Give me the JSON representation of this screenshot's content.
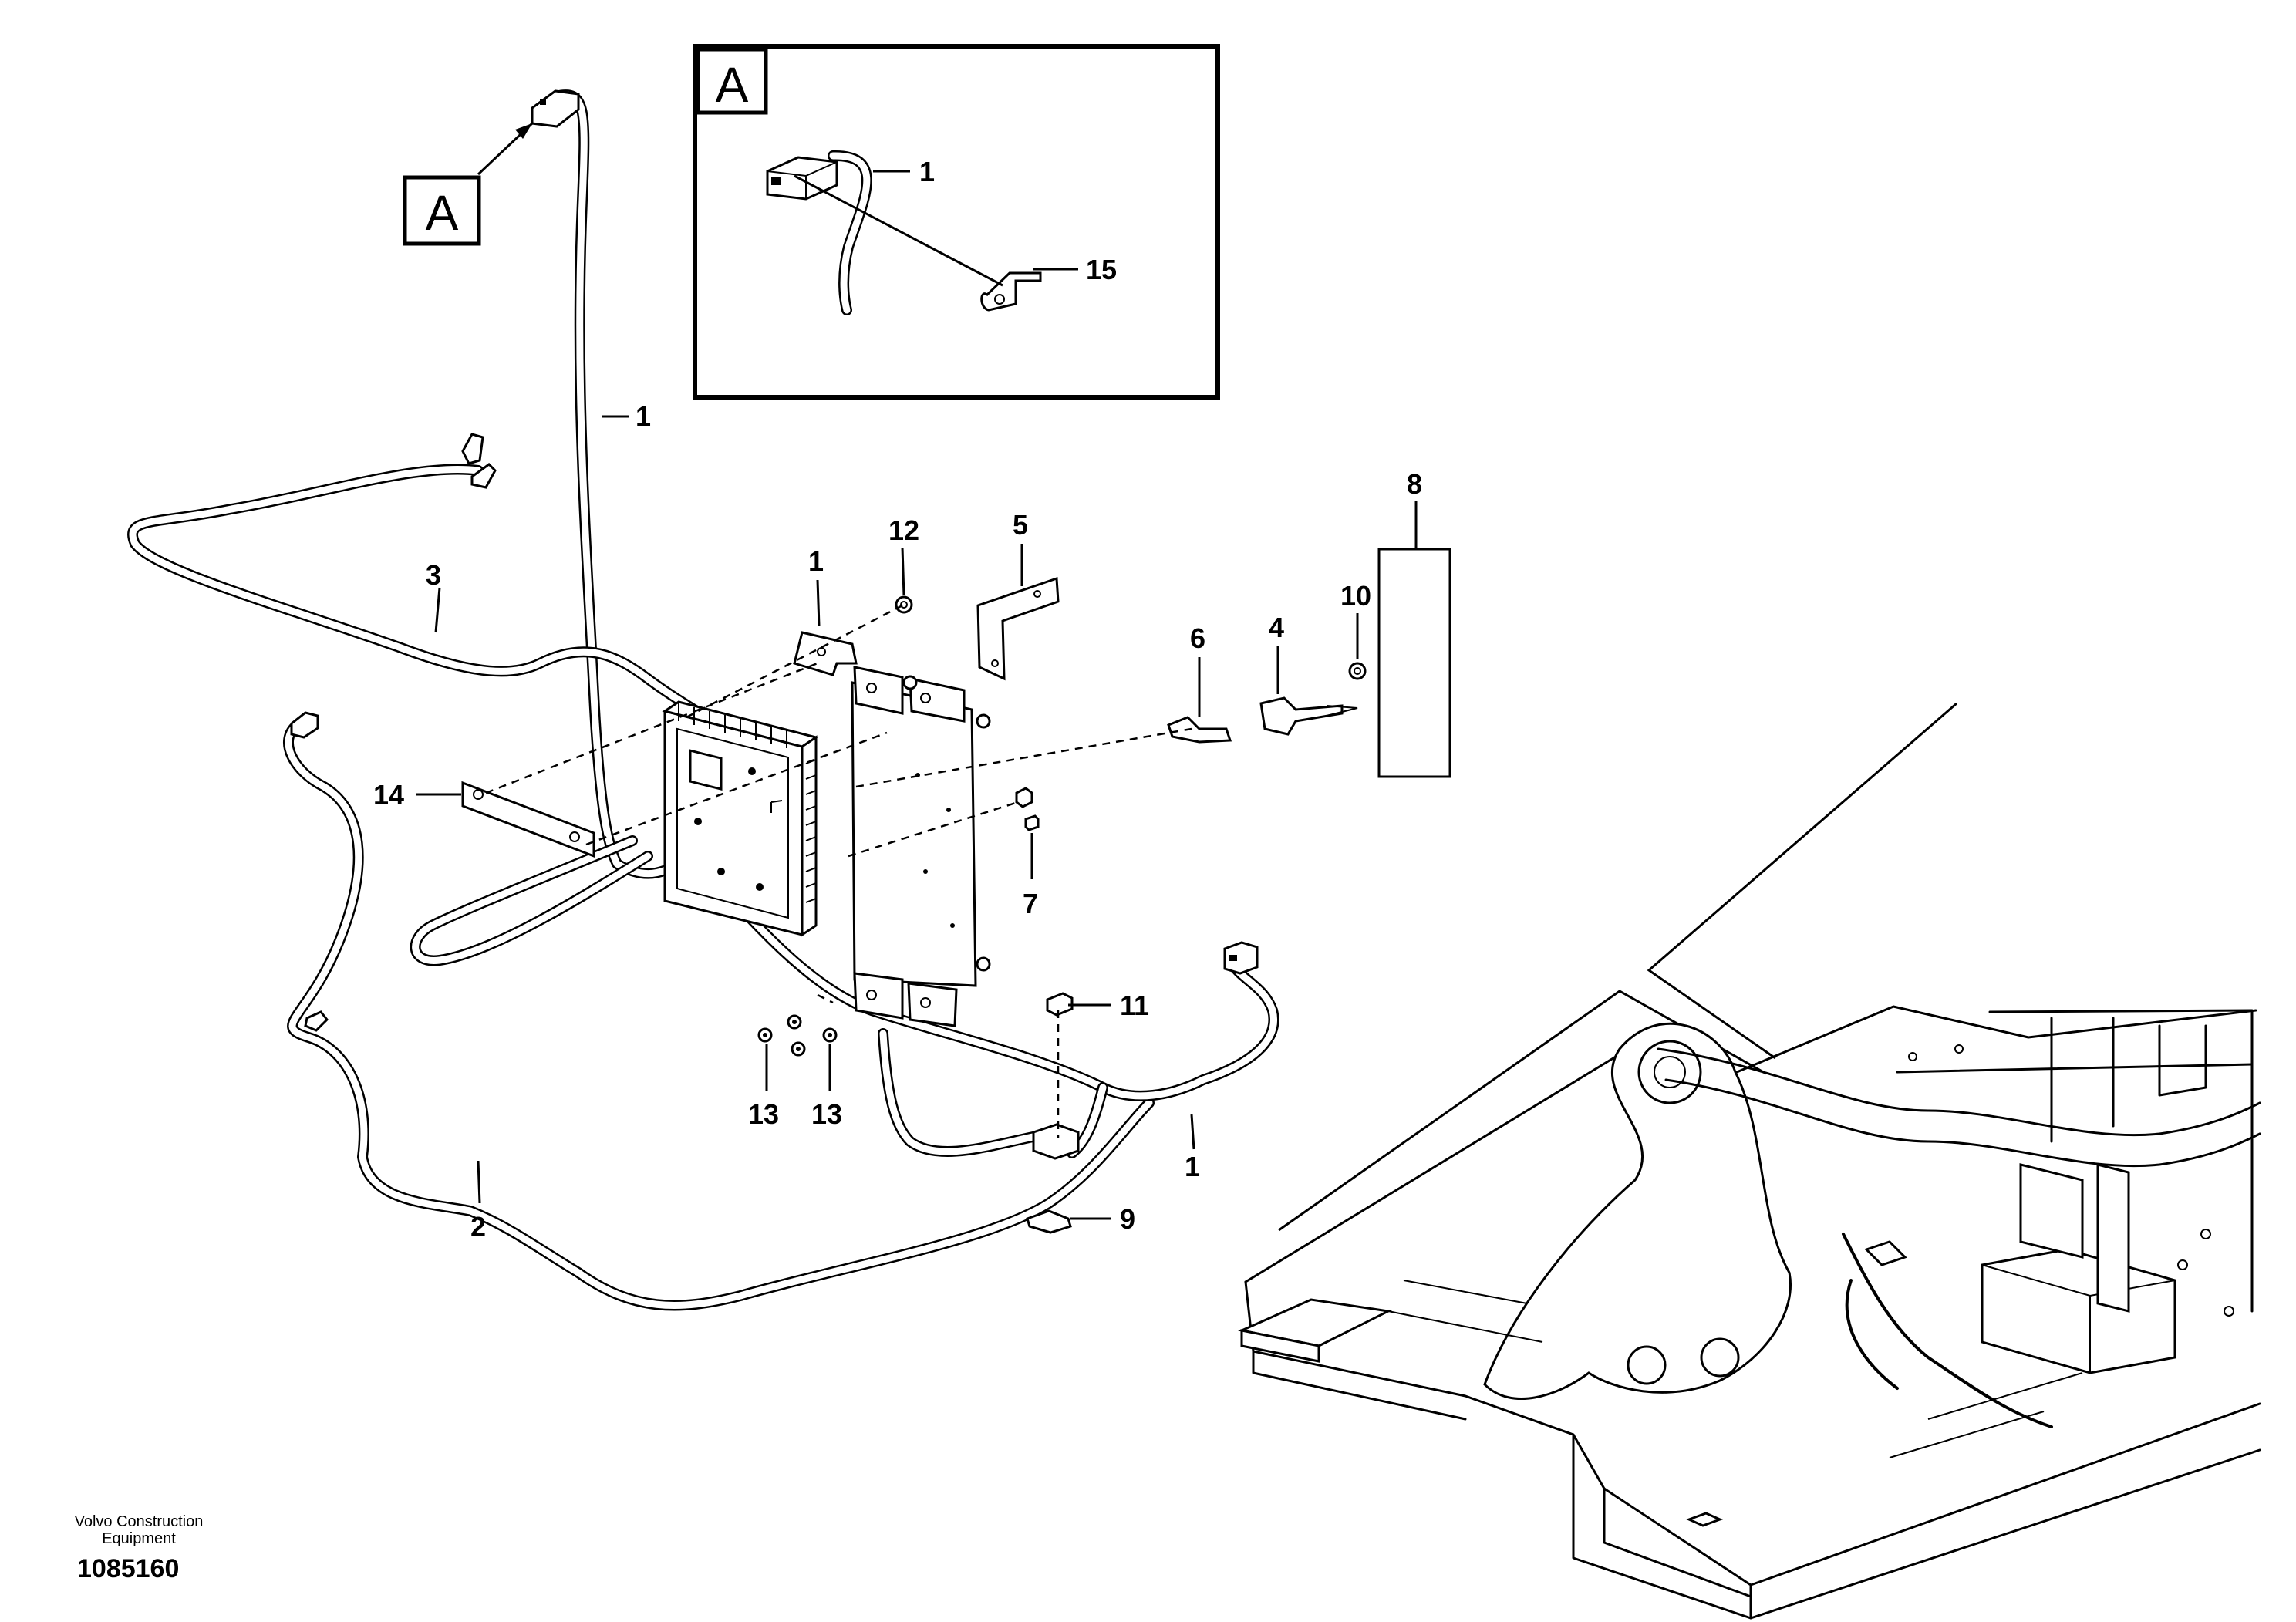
{
  "diagram": {
    "detail_view": {
      "tag": "A"
    },
    "view_marker": {
      "tag": "A"
    },
    "callouts": [
      {
        "id": "wire-1-vertical",
        "text": "1"
      },
      {
        "id": "wire-1-lower",
        "text": "1"
      },
      {
        "id": "bracket-1",
        "text": "1"
      },
      {
        "id": "detail-1",
        "text": "1"
      },
      {
        "id": "wire-2",
        "text": "2"
      },
      {
        "id": "wire-3",
        "text": "3"
      },
      {
        "id": "part-4",
        "text": "4"
      },
      {
        "id": "part-5",
        "text": "5"
      },
      {
        "id": "part-6",
        "text": "6"
      },
      {
        "id": "part-7",
        "text": "7"
      },
      {
        "id": "part-8",
        "text": "8"
      },
      {
        "id": "part-9",
        "text": "9"
      },
      {
        "id": "part-10",
        "text": "10"
      },
      {
        "id": "part-11",
        "text": "11"
      },
      {
        "id": "part-12",
        "text": "12"
      },
      {
        "id": "part-13a",
        "text": "13"
      },
      {
        "id": "part-13b",
        "text": "13"
      },
      {
        "id": "part-14",
        "text": "14"
      },
      {
        "id": "detail-15",
        "text": "15"
      }
    ]
  },
  "footer": {
    "brand_line1": "Volvo Construction",
    "brand_line2": "Equipment",
    "drawing_number": "1085160"
  }
}
